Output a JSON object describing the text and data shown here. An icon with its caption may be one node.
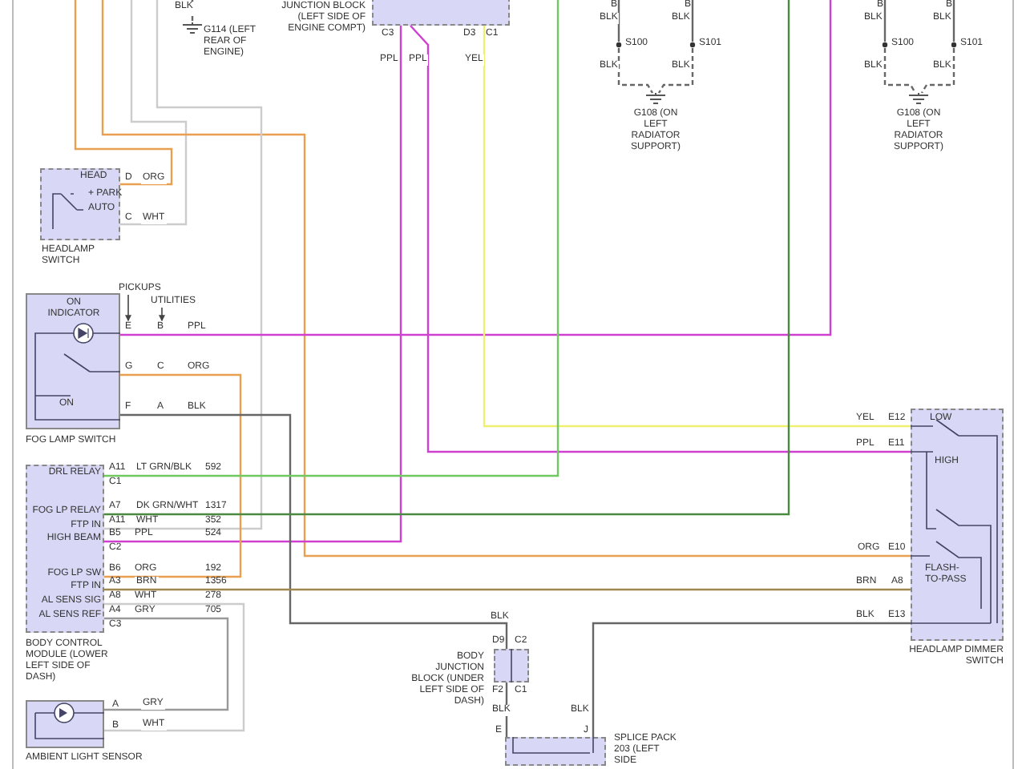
{
  "diagram": {
    "nodes": [
      {
        "text": [
          "JUNCTION BLOCK (LEFT SIDE OF ENGINE COMPT)"
        ]
      },
      {
        "text": [
          "G114 (LEFT REAR OF ENGINE)"
        ]
      },
      {
        "text": [
          "S100"
        ]
      },
      {
        "text": [
          "S101"
        ]
      },
      {
        "text": [
          "G108 (ON LEFT RADIATOR SUPPORT)"
        ]
      },
      {
        "text": [
          "S100"
        ]
      },
      {
        "text": [
          "S101"
        ]
      },
      {
        "text": [
          "G108 (ON LEFT RADIATOR SUPPORT)"
        ]
      },
      {
        "text": [
          "HEAD",
          "+ PARK",
          "AUTO",
          "HEADLAMP SWITCH"
        ]
      },
      {
        "text": [
          "ON INDICATOR",
          "ON",
          "FOG LAMP SWITCH"
        ]
      },
      {
        "text": [
          "LOW",
          "HIGH",
          "FLASH-TO-PASS",
          "HEADLAMP DIMMER SWITCH"
        ]
      },
      {
        "text": [
          "DRL RELAY",
          "FOG LP RELAY",
          "FTP IN",
          "HIGH BEAM",
          "FOG LP SW",
          "FTP IN",
          "AL SENS SIG",
          "AL SENS REF",
          "BODY CONTROL MODULE (LOWER LEFT SIDE OF DASH)"
        ]
      },
      {
        "text": [
          "BODY JUNCTION BLOCK (UNDER LEFT SIDE OF DASH)"
        ]
      },
      {
        "text": [
          "AMBIENT LIGHT SENSOR"
        ]
      },
      {
        "text": [
          "SPLICE PACK 203 (LEFT SIDE"
        ]
      },
      {
        "text": [
          "B"
        ]
      },
      {
        "text": [
          "B"
        ]
      },
      {
        "text": [
          "B"
        ]
      },
      {
        "text": [
          "B"
        ]
      }
    ],
    "edges": [
      {
        "from": 8,
        "to": null,
        "arrow": "none",
        "label": "ORG",
        "color": "#e8a050"
      },
      {
        "from": 8,
        "to": null,
        "arrow": "none",
        "label": "WHT",
        "color": "#cccccc"
      },
      {
        "from": null,
        "to": 10,
        "arrow": "none",
        "label": "ORG",
        "color": "#e8a050"
      },
      {
        "from": null,
        "to": 11,
        "arrow": "none",
        "label": "WHT",
        "color": "#cccccc"
      },
      {
        "from": null,
        "to": 1,
        "arrow": "none",
        "label": "BLK",
        "style": "dashed"
      },
      {
        "from": 0,
        "to": 11,
        "arrow": "none",
        "label": "PPL",
        "color": "#d040d0"
      },
      {
        "from": 0,
        "to": 10,
        "arrow": "none",
        "label": "PPL",
        "color": "#d040d0"
      },
      {
        "from": 9,
        "to": null,
        "arrow": "none",
        "label": "PPL",
        "color": "#d040d0"
      },
      {
        "from": 0,
        "to": 10,
        "arrow": "none",
        "label": "YEL",
        "color": "#f0f070"
      },
      {
        "from": 9,
        "to": 11,
        "arrow": "none",
        "label": "ORG",
        "color": "#e8a050"
      },
      {
        "from": 9,
        "to": 12,
        "arrow": "none",
        "label": "BLK"
      },
      {
        "from": 11,
        "to": null,
        "arrow": "none",
        "label": "LT GRN/BLK",
        "color": "#70c860"
      },
      {
        "from": 11,
        "to": null,
        "arrow": "none",
        "label": "DK GRN/WHT",
        "color": "#4a8a40"
      },
      {
        "from": 11,
        "to": 10,
        "arrow": "none",
        "label": "BRN",
        "color": "#a08850"
      },
      {
        "from": 11,
        "to": 13,
        "arrow": "none",
        "label": "WHT",
        "color": "#cccccc"
      },
      {
        "from": 11,
        "to": 13,
        "arrow": "none",
        "label": "GRY",
        "color": "#999999"
      },
      {
        "from": 12,
        "to": 14,
        "arrow": "none",
        "label": "BLK"
      },
      {
        "from": 14,
        "to": 10,
        "arrow": "none",
        "label": "BLK"
      },
      {
        "from": 15,
        "to": 2,
        "arrow": "none",
        "label": "BLK"
      },
      {
        "from": 2,
        "to": 4,
        "arrow": "none",
        "label": "BLK",
        "style": "dashed"
      },
      {
        "from": 16,
        "to": 3,
        "arrow": "none",
        "label": "BLK"
      },
      {
        "from": 3,
        "to": 4,
        "arrow": "none",
        "label": "BLK",
        "style": "dashed"
      },
      {
        "from": 17,
        "to": 5,
        "arrow": "none",
        "label": "BLK"
      },
      {
        "from": 5,
        "to": 7,
        "arrow": "none",
        "label": "BLK",
        "style": "dashed"
      },
      {
        "from": 18,
        "to": 6,
        "arrow": "none",
        "label": "BLK"
      },
      {
        "from": 6,
        "to": 7,
        "arrow": "none",
        "label": "BLK",
        "style": "dashed"
      }
    ],
    "labels": [
      "C3",
      "D3",
      "C1",
      "D",
      "C",
      "PICKUPS",
      "UTILITIES",
      "E",
      "B",
      "G",
      "C",
      "F",
      "A",
      "YEL",
      "E12",
      "PPL",
      "E11",
      "A11",
      "C1",
      "592",
      "A7",
      "1317",
      "A11",
      "352",
      "B5",
      "PPL",
      "524",
      "C2",
      "E10",
      "B6",
      "ORG",
      "192",
      "A3",
      "1356",
      "BRN",
      "A8",
      "A8",
      "WHT",
      "278",
      "BLK",
      "BLK",
      "E13",
      "A4",
      "GRY",
      "705",
      "C3",
      "D9",
      "C2",
      "F2",
      "C1",
      "E",
      "J",
      "A",
      "B"
    ]
  }
}
